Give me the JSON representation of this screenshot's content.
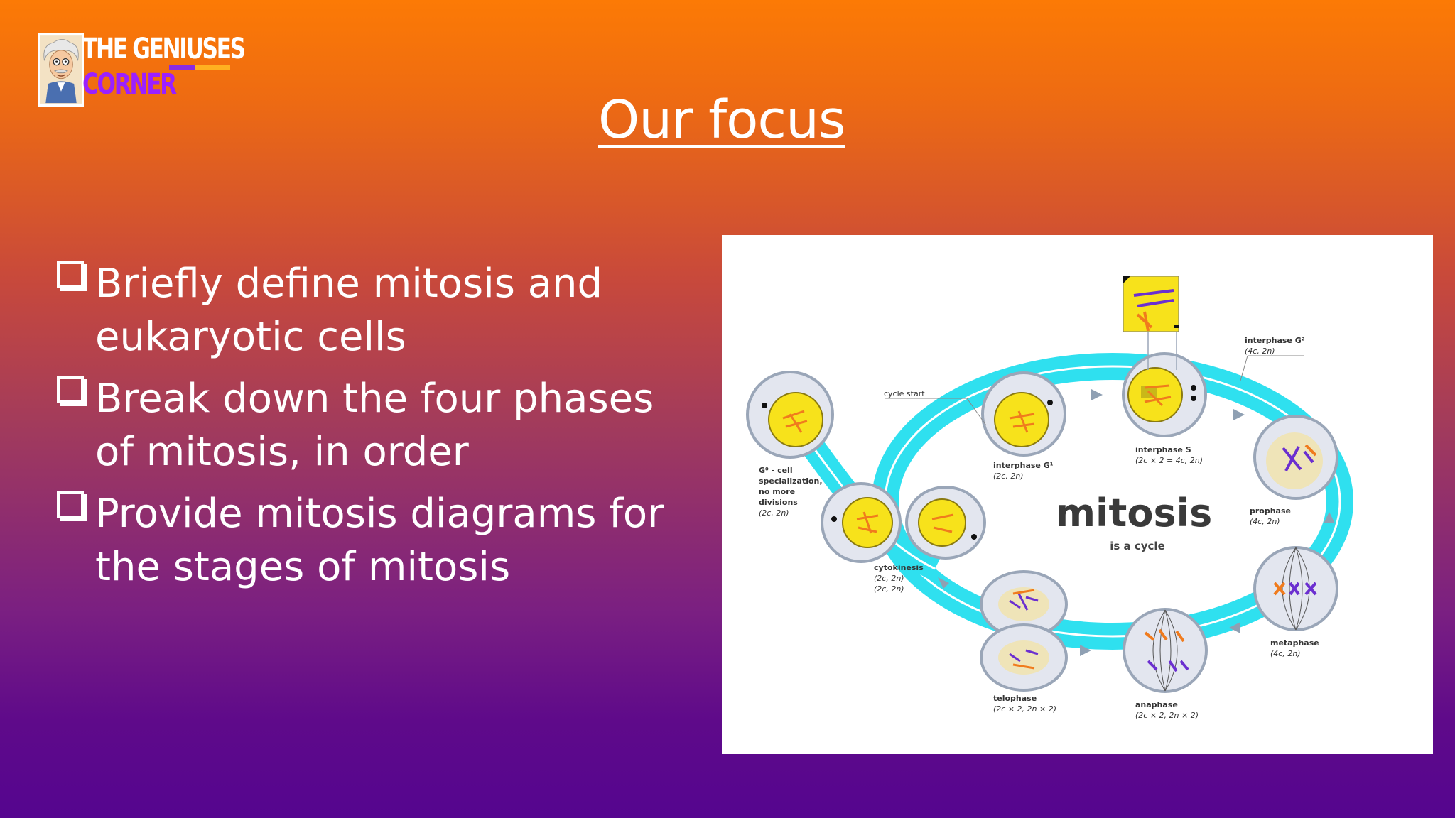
{
  "logo": {
    "line1": "THE GENIUSES",
    "line2": "CORNER",
    "colors": {
      "line1": "#ffffff",
      "line2": "#9b20ff",
      "bar_purple": "#8a2be2",
      "bar_orange": "#ffb020"
    }
  },
  "title": "Our focus",
  "bullets": [
    {
      "text": "Briefly define mitosis and eukaryotic cells"
    },
    {
      "text": "Break down the four phases of mitosis, in order"
    },
    {
      "text": "Provide mitosis diagrams for the stages of mitosis"
    }
  ],
  "diagram": {
    "heading": "mitosis",
    "subheading": "is a cycle",
    "labels": {
      "cycle_start": "cycle start",
      "g0_1": "G⁰ - cell",
      "g0_2": "specialization,",
      "g0_3": "no more",
      "g0_4": "divisions",
      "g0_5": "(2c, 2n)",
      "g1_1": "interphase G¹",
      "g1_2": "(2c, 2n)",
      "s_1": "interphase S",
      "s_2": "(2c × 2 = 4c, 2n)",
      "g2_1": "interphase G²",
      "g2_2": "(4c, 2n)",
      "pro_1": "prophase",
      "pro_2": "(4c, 2n)",
      "meta_1": "metaphase",
      "meta_2": "(4c, 2n)",
      "ana_1": "anaphase",
      "ana_2": "(2c × 2, 2n × 2)",
      "telo_1": "telophase",
      "telo_2": "(2c × 2, 2n × 2)",
      "cyto_1": "cytokinesis",
      "cyto_2": "(2c, 2n)",
      "cyto_3": "(2c, 2n)"
    },
    "colors": {
      "ring": "#2fe0ef",
      "nucleus": "#f7e21b",
      "cell": "#e3e6ef",
      "cell_edge": "#9aa6b8",
      "chrom_orange": "#f07b1d",
      "chrom_purple": "#6b2fd0"
    }
  },
  "background": {
    "top": "#fc7a05",
    "bottom": "#55058f"
  }
}
